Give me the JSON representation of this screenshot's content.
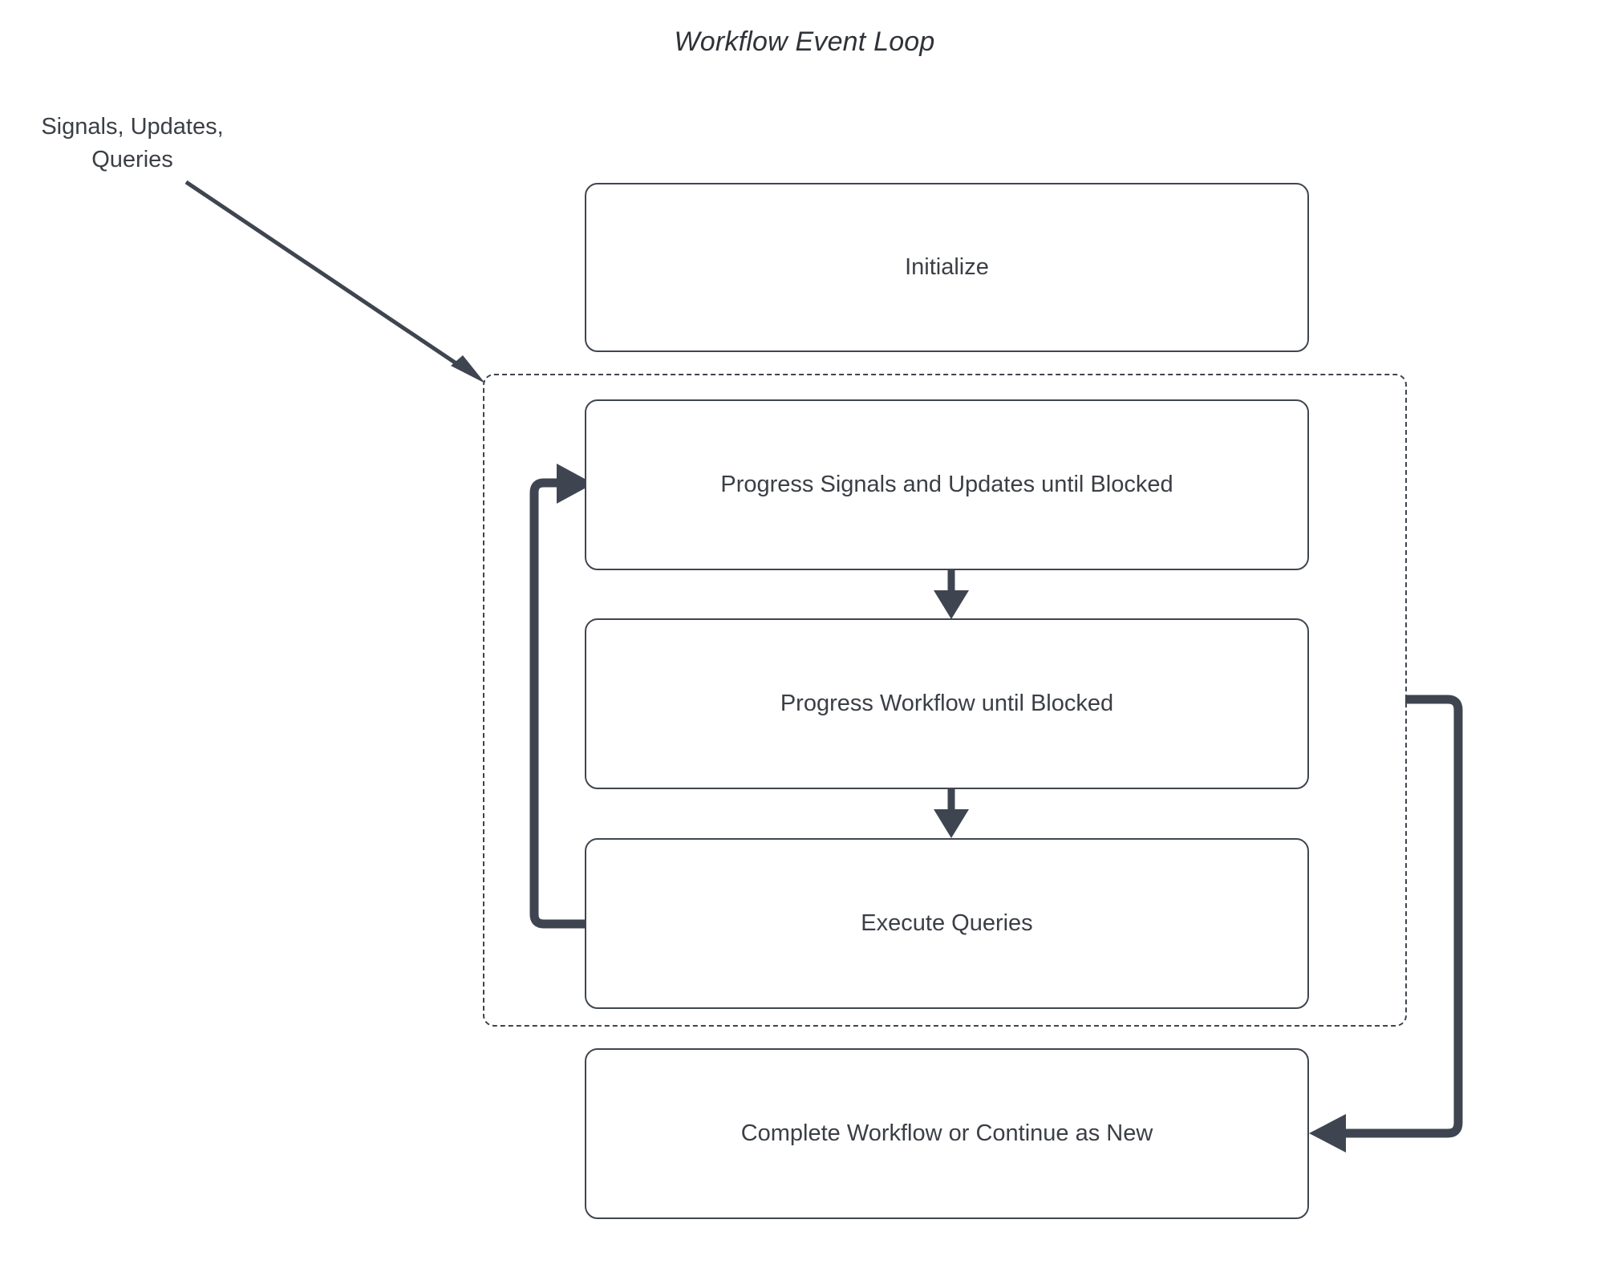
{
  "title": "Workflow Event Loop",
  "external_inputs": {
    "label": "Signals, Updates,\nQueries",
    "line1": "Signals, Updates,",
    "line2": "Queries"
  },
  "nodes": {
    "initialize": "Initialize",
    "progress_signals": "Progress Signals and Updates until Blocked",
    "progress_workflow": "Progress Workflow until Blocked",
    "execute_queries": "Execute Queries",
    "complete": "Complete Workflow or Continue as New"
  },
  "group": {
    "style": "dashed",
    "contains": [
      "progress_signals",
      "progress_workflow",
      "execute_queries"
    ]
  },
  "edges": [
    {
      "name": "signals-to-loop",
      "from": "Signals, Updates, Queries",
      "to": "loop group",
      "style": "solid-diagonal-arrow"
    },
    {
      "name": "progress-signals-to-progress-workflow",
      "from": "Progress Signals and Updates until Blocked",
      "to": "Progress Workflow until Blocked",
      "style": "vertical-arrow"
    },
    {
      "name": "progress-workflow-to-execute-queries",
      "from": "Progress Workflow until Blocked",
      "to": "Execute Queries",
      "style": "vertical-arrow"
    },
    {
      "name": "execute-queries-to-progress-signals",
      "from": "Execute Queries",
      "to": "Progress Signals and Updates until Blocked",
      "style": "loop-back-left"
    },
    {
      "name": "loop-to-complete",
      "from": "loop group",
      "to": "Complete Workflow or Continue as New",
      "style": "loop-right-down"
    }
  ],
  "colors": {
    "stroke": "#40464f",
    "edge": "#3f4550",
    "text": "#3b3f45",
    "background": "#ffffff"
  }
}
